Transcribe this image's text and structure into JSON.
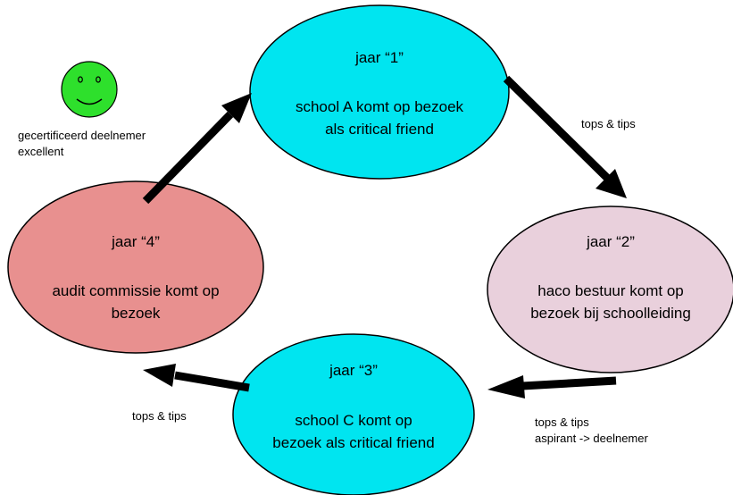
{
  "colors": {
    "cyan": "#00e5f0",
    "pink": "#e9d0dc",
    "red": "#e8908f",
    "smiley": "#2ee02c",
    "ink": "#000000"
  },
  "nodes": {
    "jaar1": {
      "title": "jaar “1”",
      "line1": "school A komt op bezoek",
      "line2": "als critical friend"
    },
    "jaar2": {
      "title": "jaar “2”",
      "line1": "haco bestuur komt op",
      "line2": "bezoek bij schoolleiding"
    },
    "jaar3": {
      "title": "jaar “3”",
      "line1": "school C komt op",
      "line2": "bezoek als critical friend"
    },
    "jaar4": {
      "title": "jaar “4”",
      "line1": "audit commissie komt op",
      "line2": "bezoek"
    }
  },
  "labels": {
    "arrow1_to_2": "tops & tips",
    "arrow2_to_3_line1": "tops & tips",
    "arrow2_to_3_line2": "aspirant -> deelnemer",
    "arrow3_to_4": "tops & tips",
    "certified_line1": "gecertificeerd deelnemer",
    "certified_line2": "excellent"
  },
  "icons": {
    "status": "smiley-face-icon"
  }
}
